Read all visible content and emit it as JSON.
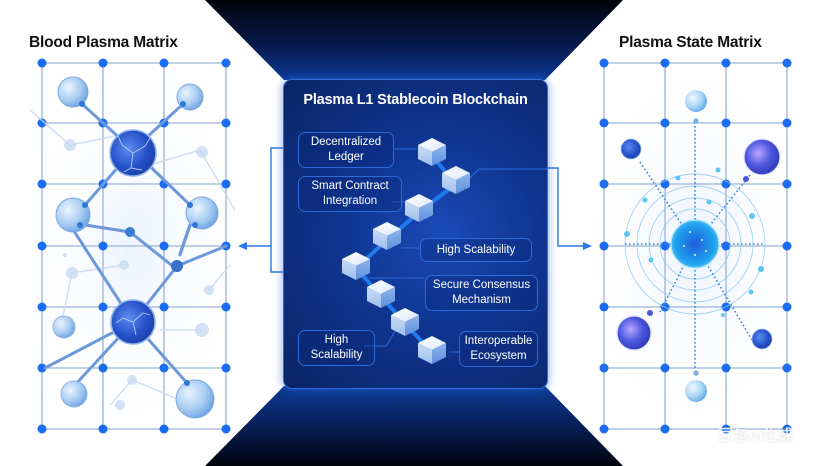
{
  "left_panel": {
    "title": "Blood Plasma Matrix",
    "icon": "molecule-network-icon"
  },
  "right_panel": {
    "title": "Plasma State Matrix",
    "icon": "orbital-spheres-icon"
  },
  "center_panel": {
    "title": "Plasma L1 Stablecoin Blockchain",
    "features": [
      {
        "id": "decentralized-ledger",
        "label_lines": [
          "Decentralized",
          "Ledger"
        ]
      },
      {
        "id": "smart-contract-integration",
        "label_lines": [
          "Smart Contract",
          "Integration"
        ]
      },
      {
        "id": "high-scalability-1",
        "label_lines": [
          "High Scalability"
        ]
      },
      {
        "id": "secure-consensus-mechanism",
        "label_lines": [
          "Secure Consensus",
          "Mechanism"
        ]
      },
      {
        "id": "high-scalability-2",
        "label_lines": [
          "High",
          "Scalability"
        ]
      },
      {
        "id": "interoperable-ecosystem",
        "label_lines": [
          "Interoperable",
          "Ecosystem"
        ]
      }
    ],
    "block_icon": "cube-block-icon",
    "block_count": 8
  },
  "connectors": {
    "left_arrow": "arrow-left-icon",
    "right_arrow": "arrow-right-icon"
  },
  "colors": {
    "accent": "#1a6cf0",
    "grid_line": "#9db3d6",
    "panel_bg": "#0f3590",
    "panel_border": "#2f6bdc",
    "background_dark": "#020814"
  },
  "watermark": "豆包AI生成"
}
